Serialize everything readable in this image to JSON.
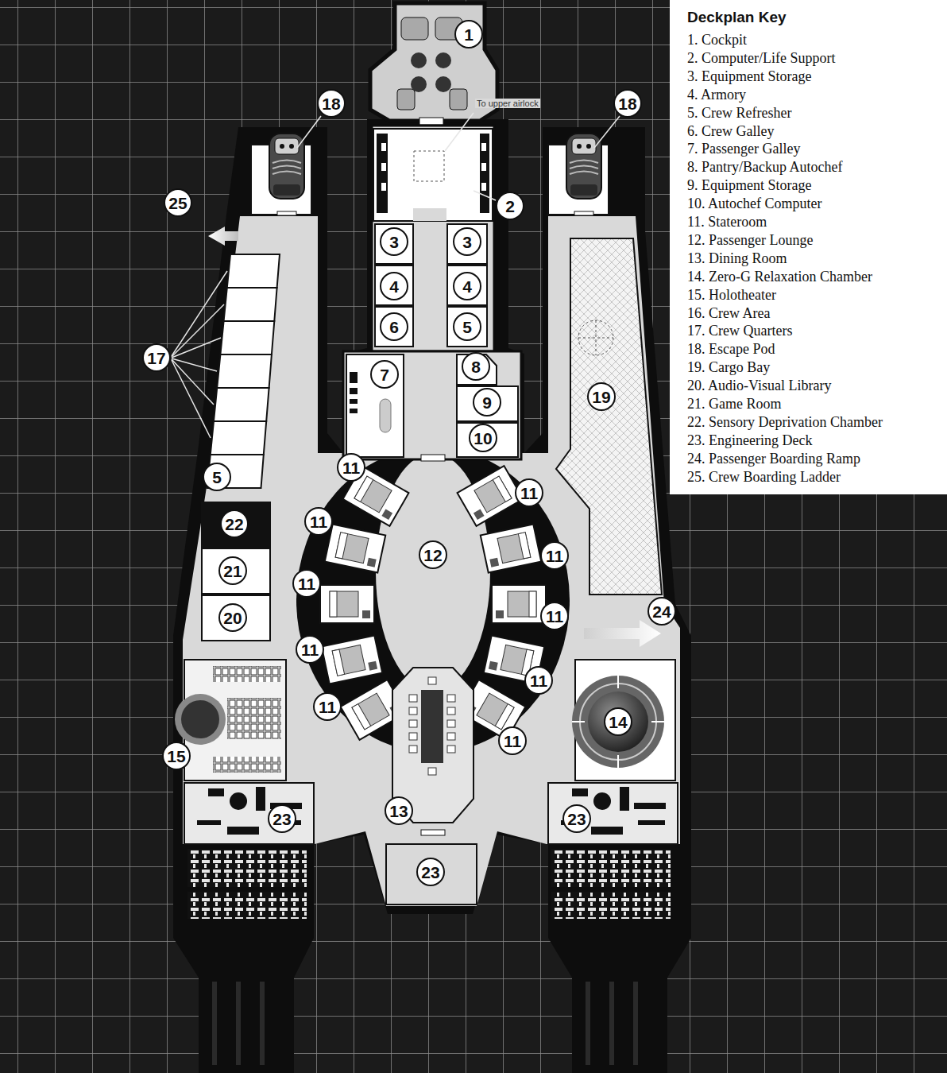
{
  "diagram": {
    "title": "Deckplan Key",
    "nodes": [
      {
        "text": [
          "1"
        ]
      },
      {
        "text": [
          "18"
        ]
      },
      {
        "text": [
          "18"
        ]
      },
      {
        "text": [
          "25"
        ]
      },
      {
        "text": [
          "2"
        ]
      },
      {
        "text": [
          "3"
        ]
      },
      {
        "text": [
          "3"
        ]
      },
      {
        "text": [
          "4"
        ]
      },
      {
        "text": [
          "4"
        ]
      },
      {
        "text": [
          "6"
        ]
      },
      {
        "text": [
          "5"
        ]
      },
      {
        "text": [
          "17"
        ]
      },
      {
        "text": [
          "8"
        ]
      },
      {
        "text": [
          "7"
        ]
      },
      {
        "text": [
          "19"
        ]
      },
      {
        "text": [
          "9"
        ]
      },
      {
        "text": [
          "10"
        ]
      },
      {
        "text": [
          "11"
        ]
      },
      {
        "text": [
          "5"
        ]
      },
      {
        "text": [
          "11"
        ]
      },
      {
        "text": [
          "11"
        ]
      },
      {
        "text": [
          "22"
        ]
      },
      {
        "text": [
          "12"
        ]
      },
      {
        "text": [
          "11"
        ]
      },
      {
        "text": [
          "21"
        ]
      },
      {
        "text": [
          "11"
        ]
      },
      {
        "text": [
          "24"
        ]
      },
      {
        "text": [
          "11"
        ]
      },
      {
        "text": [
          "20"
        ]
      },
      {
        "text": [
          "11"
        ]
      },
      {
        "text": [
          "11"
        ]
      },
      {
        "text": [
          "11"
        ]
      },
      {
        "text": [
          "14"
        ]
      },
      {
        "text": [
          "11"
        ]
      },
      {
        "text": [
          "15"
        ]
      },
      {
        "text": [
          "13"
        ]
      },
      {
        "text": [
          "23"
        ]
      },
      {
        "text": [
          "23"
        ]
      },
      {
        "text": [
          "23"
        ]
      }
    ],
    "labels": [
      "To upper airlock"
    ],
    "legend": [
      {
        "text": "1. Cockpit"
      },
      {
        "text": "2. Computer/Life Support"
      },
      {
        "text": "3. Equipment Storage"
      },
      {
        "text": "4. Armory"
      },
      {
        "text": "5. Crew Refresher"
      },
      {
        "text": "6. Crew Galley"
      },
      {
        "text": "7. Passenger Galley"
      },
      {
        "text": "8. Pantry/Backup Autochef"
      },
      {
        "text": "9. Equipment Storage"
      },
      {
        "text": "10. Autochef Computer"
      },
      {
        "text": "11. Stateroom"
      },
      {
        "text": "12. Passenger Lounge"
      },
      {
        "text": "13. Dining Room"
      },
      {
        "text": "14. Zero-G Relaxation Chamber"
      },
      {
        "text": "15. Holotheater"
      },
      {
        "text": "16. Crew Area"
      },
      {
        "text": "17. Crew Quarters"
      },
      {
        "text": "18. Escape Pod"
      },
      {
        "text": "19. Cargo Bay"
      },
      {
        "text": "20. Audio-Visual Library"
      },
      {
        "text": "21. Game Room"
      },
      {
        "text": "22. Sensory Deprivation Chamber"
      },
      {
        "text": "23. Engineering Deck"
      },
      {
        "text": "24. Passenger Boarding Ramp"
      },
      {
        "text": "25. Crew Boarding Ladder"
      }
    ]
  }
}
